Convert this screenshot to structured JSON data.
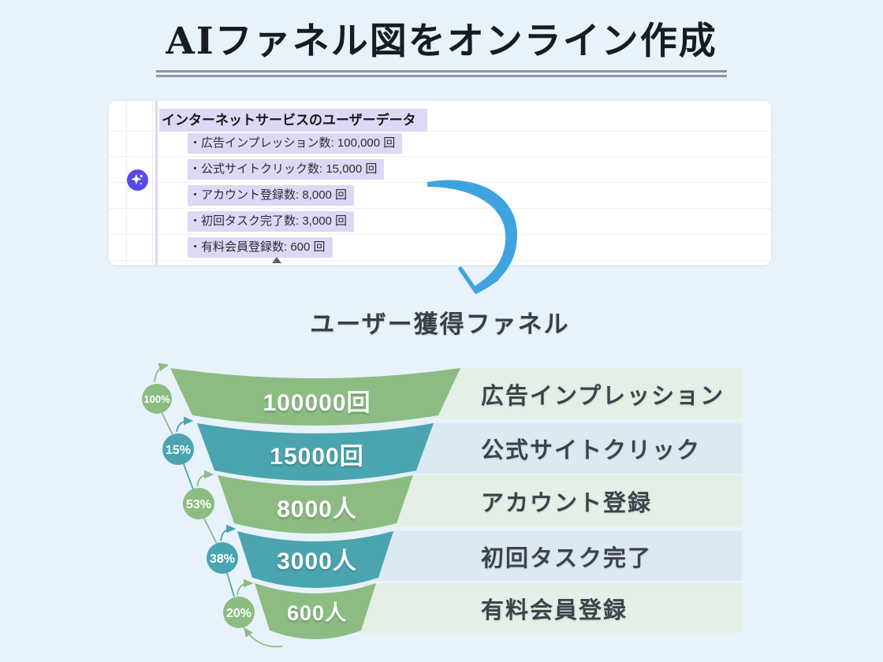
{
  "page": {
    "main_title": "AIファネル図をオンライン作成",
    "background_color": "#e8f2fa",
    "title_underline_color": "#8b94a5"
  },
  "document_card": {
    "title": "インターネットサービスのユーザーデータ",
    "items": [
      "・広告インプレッション数: 100,000 回",
      "・公式サイトクリック数: 15,000 回",
      "・アカウント登録数: 8,000 回",
      "・初回タスク完了数: 3,000 回",
      "・有料会員登録数: 600 回"
    ],
    "highlight_color": "#dcd8f6",
    "ai_icon": "sparkle-icon",
    "ai_icon_color": "#5a49ea"
  },
  "funnel": {
    "title": "ユーザー獲得ファネル",
    "arrow_color": "#3fa3df",
    "text_color": "#3d434a",
    "levels": [
      {
        "label": "広告インプレッション",
        "value_label": "100000回",
        "percent": "100%",
        "segment_color": "#8cbc82",
        "band_color": "#e4efe5"
      },
      {
        "label": "公式サイトクリック",
        "value_label": "15000回",
        "percent": "15%",
        "segment_color": "#4aa5b0",
        "band_color": "#dbe9f2"
      },
      {
        "label": "アカウント登録",
        "value_label": "8000人",
        "percent": "53%",
        "segment_color": "#8cbc82",
        "band_color": "#e4efe5"
      },
      {
        "label": "初回タスク完了",
        "value_label": "3000人",
        "percent": "38%",
        "segment_color": "#4aa5b0",
        "band_color": "#dbe9f2"
      },
      {
        "label": "有料会員登録",
        "value_label": "600人",
        "percent": "20%",
        "segment_color": "#8cbc82",
        "band_color": "#e4efe5"
      }
    ]
  },
  "chart_data": {
    "type": "funnel",
    "title": "ユーザー獲得ファネル",
    "categories": [
      "広告インプレッション",
      "公式サイトクリック",
      "アカウント登録",
      "初回タスク完了",
      "有料会員登録"
    ],
    "values": [
      100000,
      15000,
      8000,
      3000,
      600
    ],
    "value_labels": [
      "100000回",
      "15000回",
      "8000人",
      "3000人",
      "600人"
    ],
    "conversion_rates_percent": [
      100,
      15,
      53,
      38,
      20
    ],
    "conversion_rate_labels": [
      "100%",
      "15%",
      "53%",
      "38%",
      "20%"
    ],
    "source_values_text": [
      "100,000 回",
      "15,000 回",
      "8,000 回",
      "3,000 回",
      "600 回"
    ],
    "legend_position": "right-bands",
    "grid": false
  }
}
